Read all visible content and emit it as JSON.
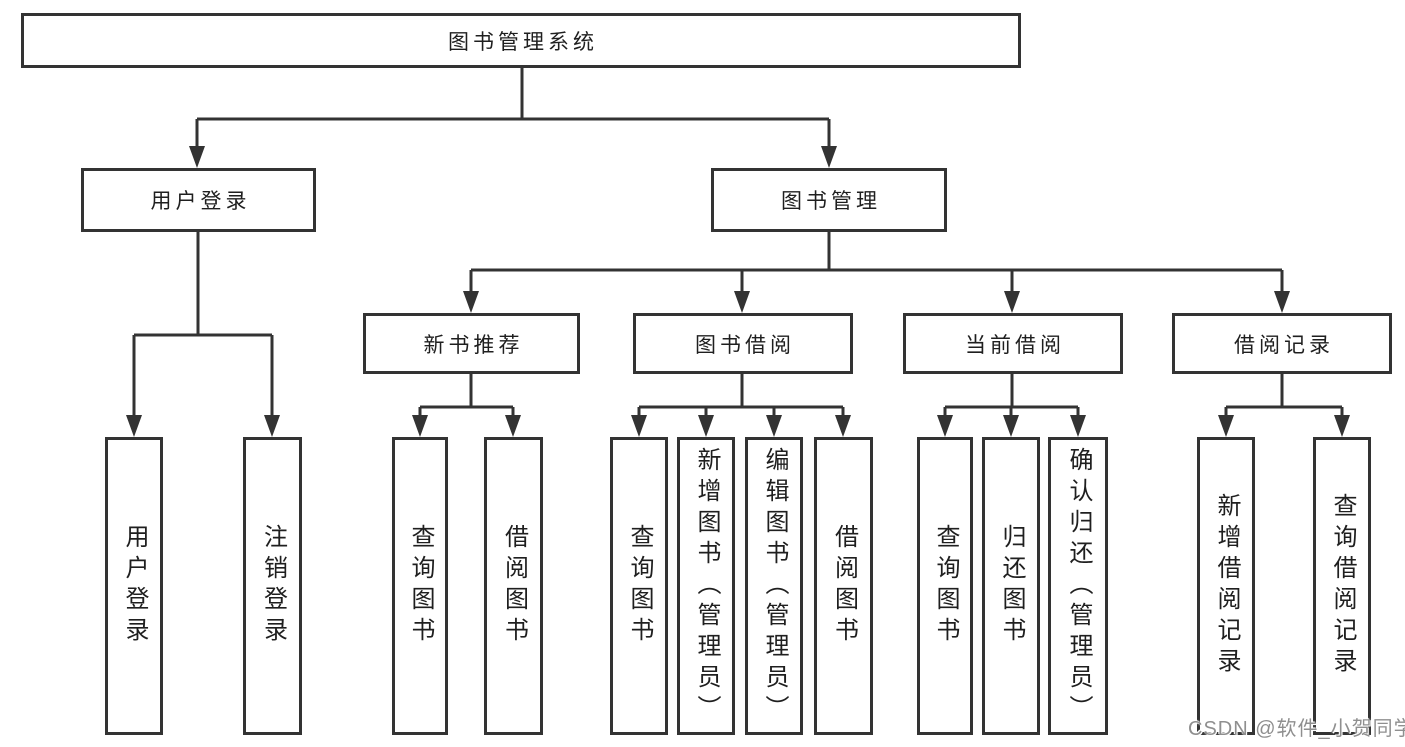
{
  "tree": {
    "root": {
      "label": "图书管理系统",
      "children": [
        {
          "label": "用户登录",
          "children": [
            {
              "label": "用户登录"
            },
            {
              "label": "注销登录"
            }
          ]
        },
        {
          "label": "图书管理",
          "children": [
            {
              "label": "新书推荐",
              "children": [
                {
                  "label": "查询图书"
                },
                {
                  "label": "借阅图书"
                }
              ]
            },
            {
              "label": "图书借阅",
              "children": [
                {
                  "label": "查询图书"
                },
                {
                  "label": "新增图书（管理员）"
                },
                {
                  "label": "编辑图书（管理员）"
                },
                {
                  "label": "借阅图书"
                }
              ]
            },
            {
              "label": "当前借阅",
              "children": [
                {
                  "label": "查询图书"
                },
                {
                  "label": "归还图书"
                },
                {
                  "label": "确认归还（管理员）"
                }
              ]
            },
            {
              "label": "借阅记录",
              "children": [
                {
                  "label": "新增借阅记录"
                },
                {
                  "label": "查询借阅记录"
                }
              ]
            }
          ]
        }
      ]
    }
  },
  "watermark": {
    "text": "CSDN @软件_小贺同学"
  },
  "colors": {
    "line": "#333333",
    "box_border": "#333333",
    "box_background": "#ffffff",
    "text": "#1f1f1f",
    "watermark": "#8f8f8f",
    "page_background": "#ffffff"
  }
}
